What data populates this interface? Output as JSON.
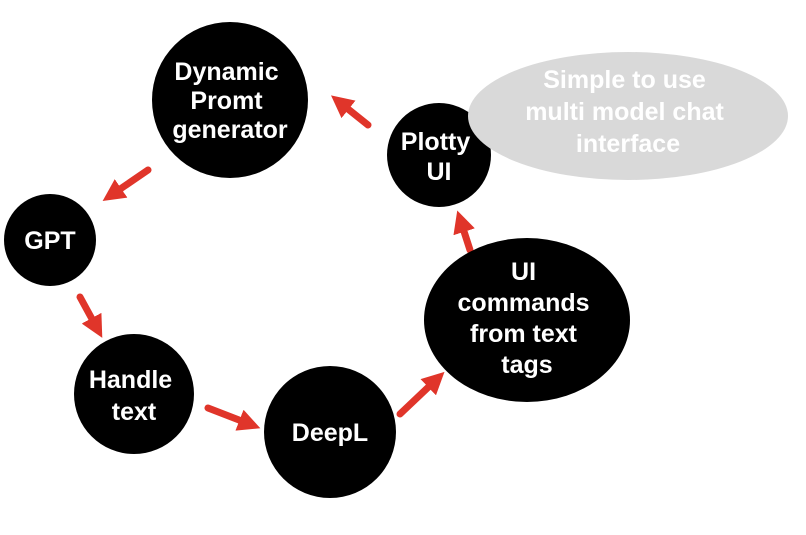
{
  "diagram": {
    "colors": {
      "node_fill": "#000000",
      "node_text": "#ffffff",
      "arrow": "#e0352a",
      "bubble_fill": "#d9d9d9",
      "bubble_text": "#ffffff"
    },
    "nodes": [
      {
        "id": "dynamic-promt-generator",
        "lines": [
          "Dynamic",
          "Promt",
          "generator"
        ]
      },
      {
        "id": "gpt",
        "lines": [
          "GPT"
        ]
      },
      {
        "id": "handle-text",
        "lines": [
          "Handle",
          "text"
        ]
      },
      {
        "id": "deepl",
        "lines": [
          "DeepL"
        ]
      },
      {
        "id": "ui-commands",
        "lines": [
          "UI",
          "commands",
          "from text",
          "tags"
        ]
      },
      {
        "id": "plotty-ui",
        "lines": [
          "Plotty",
          "UI"
        ]
      }
    ],
    "bubble": {
      "lines": [
        "Simple to use",
        "multi model chat",
        "interface"
      ]
    },
    "edges": [
      {
        "from": "dynamic-promt-generator",
        "to": "gpt"
      },
      {
        "from": "gpt",
        "to": "handle-text"
      },
      {
        "from": "handle-text",
        "to": "deepl"
      },
      {
        "from": "deepl",
        "to": "ui-commands"
      },
      {
        "from": "ui-commands",
        "to": "plotty-ui"
      },
      {
        "from": "plotty-ui",
        "to": "dynamic-promt-generator"
      }
    ]
  }
}
